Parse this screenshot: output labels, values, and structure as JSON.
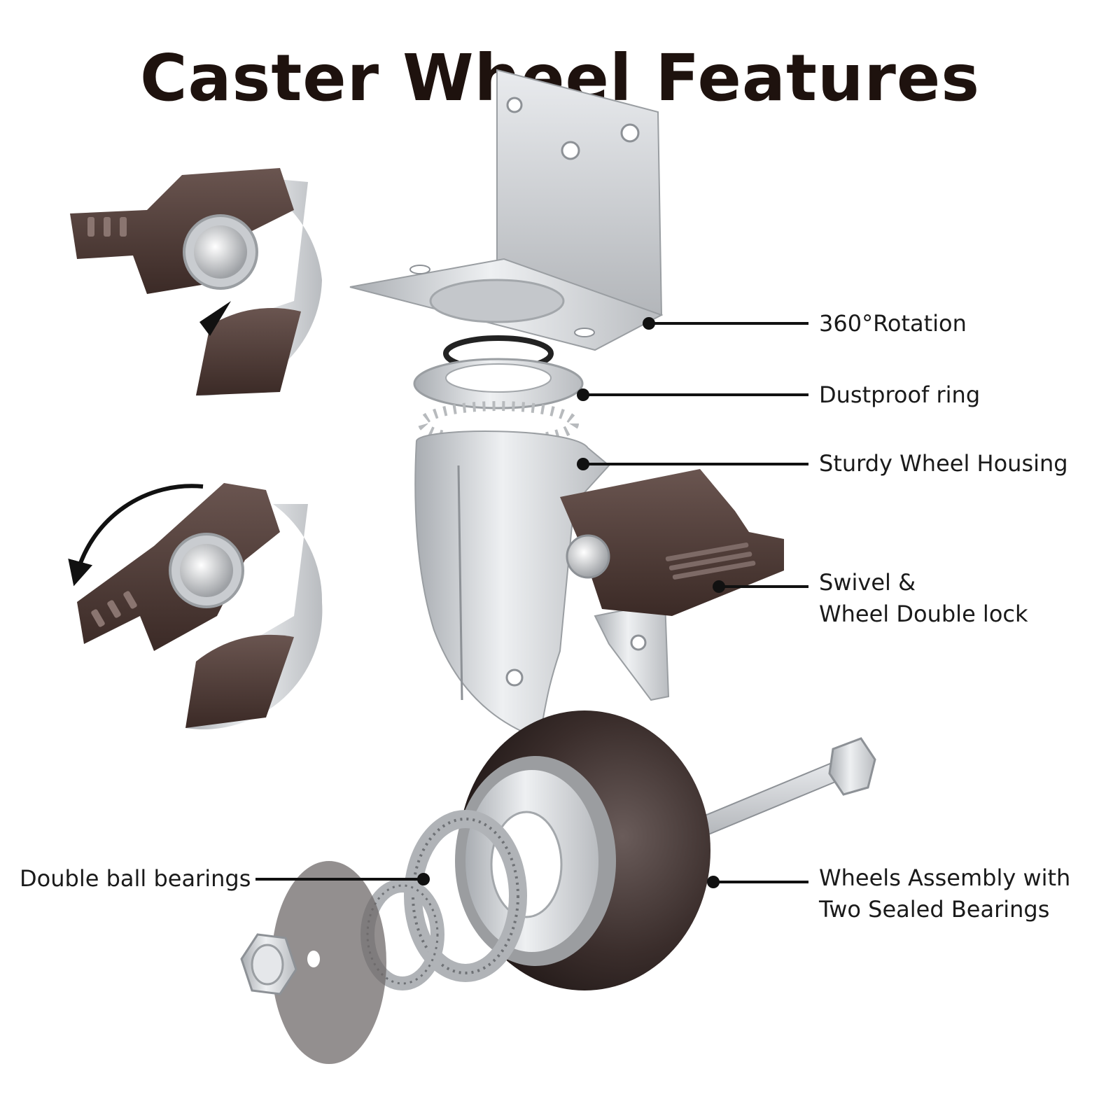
{
  "title": "Caster Wheel Features",
  "callouts": {
    "rotation": "360°Rotation",
    "dustproof": "Dustproof ring",
    "housing": "Sturdy Wheel Housing",
    "lock_line1": "Swivel &",
    "lock_line2": "Wheel Double lock",
    "bearings": "Double ball bearings",
    "wheel_line1": "Wheels Assembly with",
    "wheel_line2": "Two Sealed Bearings"
  },
  "colors": {
    "title": "#1e120e",
    "brake_brown": "#4a3530",
    "wheel_brown": "#2f2321",
    "metal": "#d4d6d9",
    "leader": "#111111"
  }
}
